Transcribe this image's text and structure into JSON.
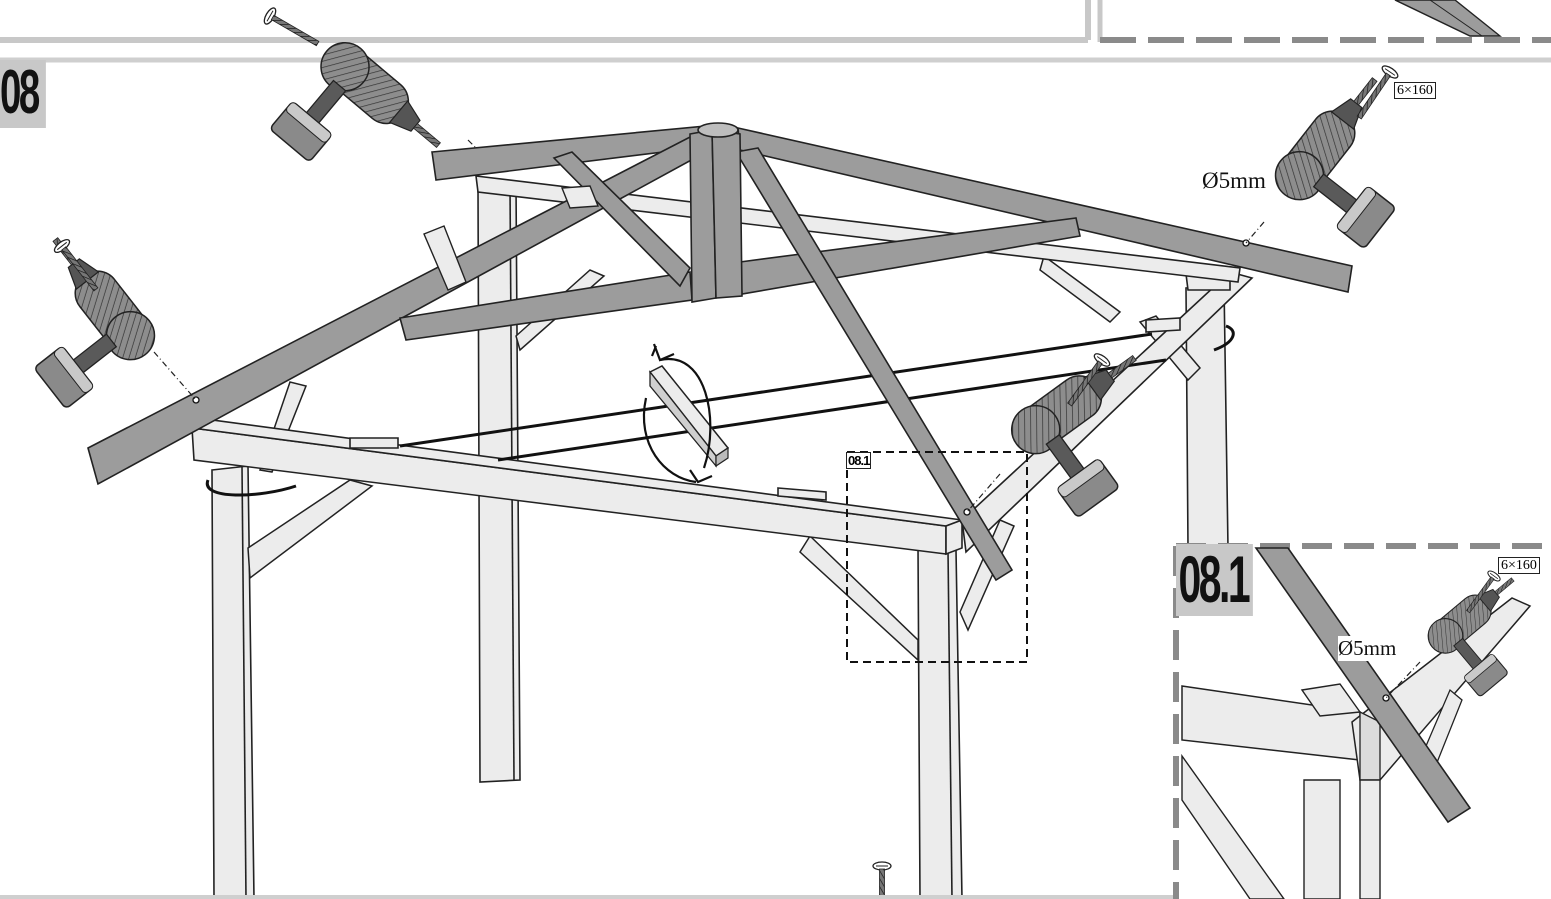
{
  "document": {
    "step_number": "08",
    "detail_callout": "08.1",
    "detail_title": "08.1",
    "drill_diameter_main": "Ø5mm",
    "drill_diameter_detail": "Ø5mm",
    "screw_spec_main": "6×160",
    "screw_spec_detail": "6×160"
  },
  "colors": {
    "timber_dark": "#9c9c9c",
    "timber_light": "#ececec",
    "outline": "#222222",
    "panel_border": "#c8c8c8",
    "dash_dark": "#8a8a8a",
    "drill_dark": "#4a4a4a",
    "drill_mid": "#9a9a9a"
  },
  "icons": [
    "drill-icon",
    "screw-icon",
    "rotate-arrow-icon"
  ]
}
